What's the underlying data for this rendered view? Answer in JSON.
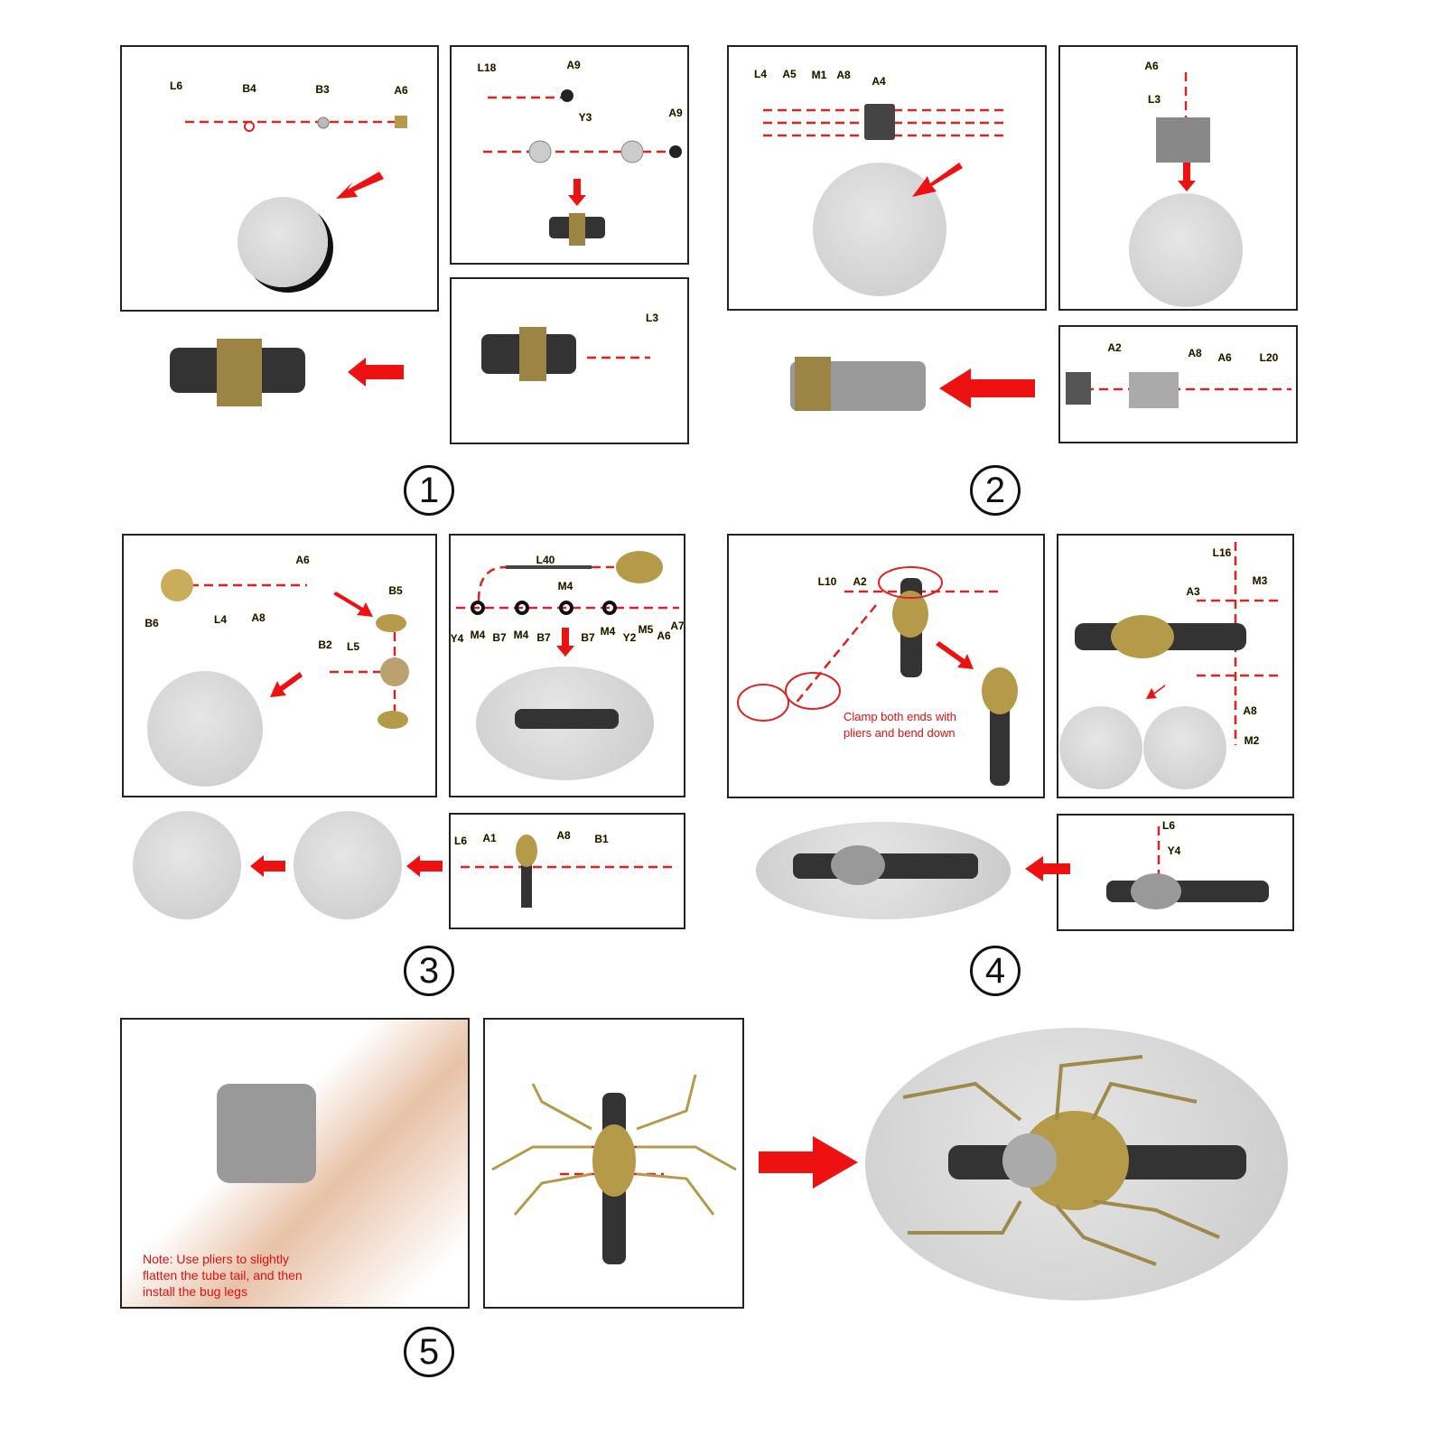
{
  "steps": [
    "1",
    "2",
    "3",
    "4",
    "5"
  ],
  "step1": {
    "panel_a_labels": [
      "L6",
      "B4",
      "B3",
      "A6"
    ],
    "panel_b_labels": [
      "L18",
      "A9",
      "Y3",
      "A9"
    ],
    "panel_c_labels": [
      "L3"
    ]
  },
  "step2": {
    "panel_a_labels": [
      "L4",
      "A5",
      "M1",
      "A8",
      "A4"
    ],
    "panel_b_labels": [
      "A6",
      "L3"
    ],
    "panel_c_labels": [
      "A2",
      "A8",
      "A6",
      "L20"
    ]
  },
  "step3": {
    "panel_a_labels": [
      "A6",
      "B6",
      "L4",
      "A8",
      "B5",
      "B2",
      "L5"
    ],
    "panel_b_labels": [
      "L40",
      "M4",
      "Y4",
      "M4",
      "B7",
      "M4",
      "B7",
      "B7",
      "M4",
      "Y2",
      "M5",
      "A6",
      "A7"
    ],
    "panel_c_labels": [
      "L6",
      "A1",
      "A8",
      "B1"
    ]
  },
  "step4": {
    "panel_a_labels": [
      "L10",
      "A2"
    ],
    "panel_a_note": "Clamp both ends with\npliers and bend down",
    "panel_b_labels": [
      "L16",
      "M3",
      "A3",
      "A8",
      "M2"
    ],
    "panel_c_labels": [
      "L6",
      "Y4"
    ]
  },
  "step5": {
    "note": "Note: Use pliers to slightly\nflatten the tube tail, and then\ninstall the bug legs"
  },
  "colors": {
    "arrow": "#ee1111",
    "dash": "#dd2222",
    "brass": "#b59a4a",
    "metal": "#9a9a9a"
  }
}
